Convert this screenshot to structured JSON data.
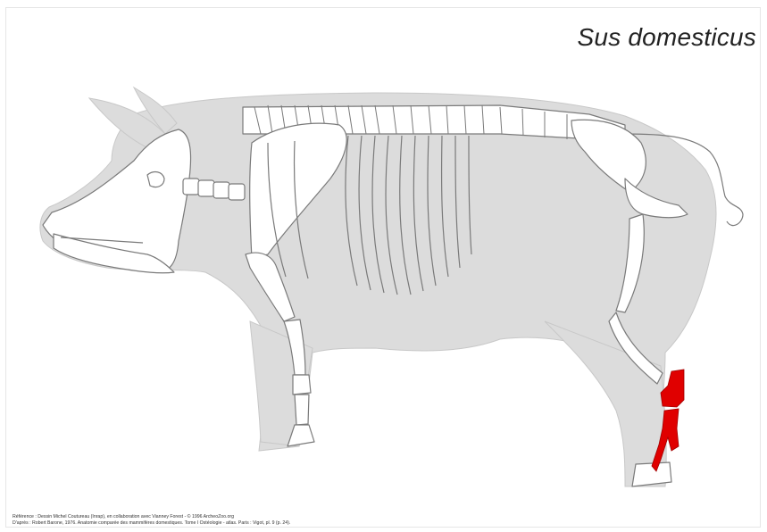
{
  "title": "Sus domesticus",
  "reference": {
    "line1": "Référence : Dessin Michel Coutureau (Inrap), en collaboration avec Vianney Forest - © 1996 ArcheoZoo.org",
    "line2": "D'après : Robert Barone, 1976. Anatomie comparée des mammifères domestiques. Tome I Ostéologie - atlas. Paris : Vigot, pl. 9 (p. 24)."
  },
  "colors": {
    "silhouette": "#dcdcdc",
    "bone_fill": "#ffffff",
    "bone_stroke": "#7a7a7a",
    "highlight": "#e00000"
  },
  "highlighted_bones": [
    "tarsus",
    "metatarsus"
  ]
}
